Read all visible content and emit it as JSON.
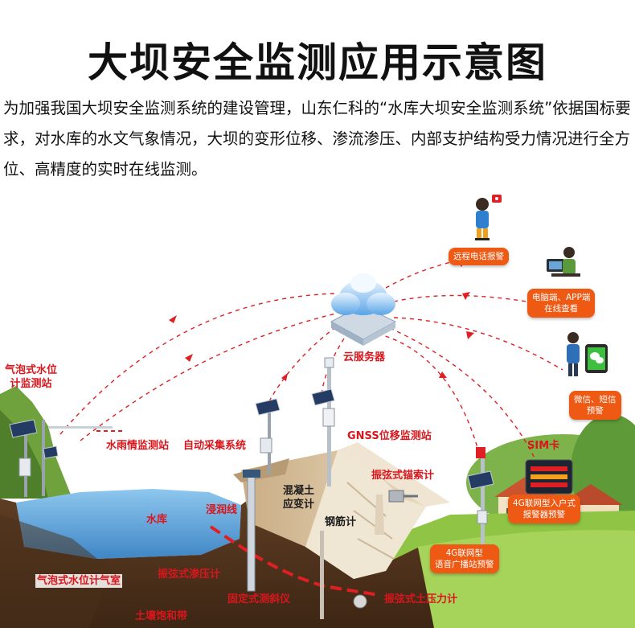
{
  "title": "大坝安全监测应用示意图",
  "intro": "为加强我国大坝安全监测系统的建设管理，山东仁科的“水库大坝安全监测系统”依据国标要求，对水库的水文气象情况，大坝的变形位移、渗流渗压、内部支护结构受力情况进行全方位、高精度的实时在线监测。",
  "labels": {
    "cloud_server": "云服务器",
    "bubble_level_station": "气泡式水位\n计监测站",
    "rain_station": "水雨情监测站",
    "auto_collect": "自动采集系统",
    "gnss": "GNSS位移监测站",
    "sim": "SIM卡",
    "concrete_strain": "混凝土\n应变计",
    "anchor_cable": "振弦式锚索计",
    "rebar": "钢筋计",
    "reservoir": "水库",
    "seepage_line": "浸润线",
    "bubble_gauge_room": "气泡式水位计气室",
    "vibrating_piezometer": "振弦式渗压计",
    "fixed_inclinometer": "固定式测斜仪",
    "soil_pressure": "振弦式土压力计",
    "saturated_zone": "土壤饱和带"
  },
  "pills": {
    "phone_alarm": "远程电话报警",
    "pc_app": "电脑端、APP端\n在线查看",
    "wechat_sms": "微信、短信\n预警",
    "indoor_alarm": "4G联网型入户式\n报警器预警",
    "broadcast": "4G联网型\n语音广播站预警"
  },
  "icons": {
    "phone": "phone-icon",
    "alarm": "alarm-icon",
    "wechat": "wechat-icon",
    "solar": "solar-panel-icon",
    "cloud": "cloud-server-icon"
  },
  "colors": {
    "accent_red": "#d9161c",
    "pill_orange": "#ee5a14",
    "water": "#5fa6dc",
    "soil": "#5c3c24",
    "grass": "#8fc444",
    "dam": "#d8c3a2"
  }
}
